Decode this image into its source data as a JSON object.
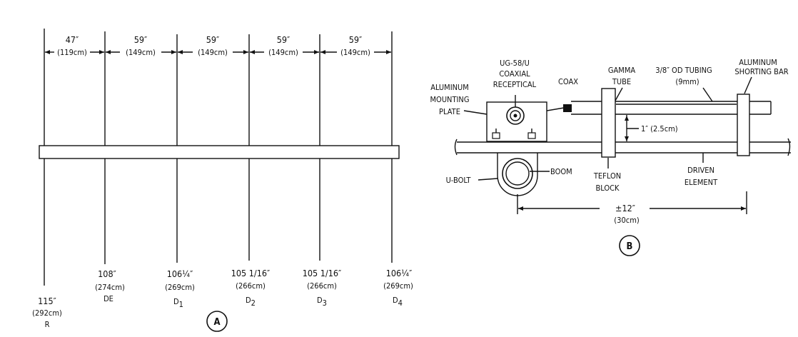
{
  "figure_a": {
    "label": "A",
    "spacings": [
      {
        "inch": "47″",
        "cm": "(119cm)"
      },
      {
        "inch": "59″",
        "cm": "(149cm)"
      },
      {
        "inch": "59″",
        "cm": "(149cm)"
      },
      {
        "inch": "59″",
        "cm": "(149cm)"
      },
      {
        "inch": "59″",
        "cm": "(149cm)"
      }
    ],
    "elements": [
      {
        "length": "115″",
        "cm": "(292cm)",
        "name": "R"
      },
      {
        "length": "108″",
        "cm": "(274cm)",
        "name": "DE"
      },
      {
        "length": "106¼″",
        "cm": "(269cm)",
        "name": "D",
        "sub": "1"
      },
      {
        "length": "105 1/16″",
        "cm": "(266cm)",
        "name": "D",
        "sub": "2"
      },
      {
        "length": "105 1/16″",
        "cm": "(266cm)",
        "name": "D",
        "sub": "3"
      },
      {
        "length": "106¼″",
        "cm": "(269cm)",
        "name": "D",
        "sub": "4"
      }
    ]
  },
  "figure_b": {
    "label": "B",
    "connector": {
      "line1": "UG-58/U",
      "line2": "COAXIAL",
      "line3": "RECEPTICAL"
    },
    "coax": "COAX",
    "gamma": {
      "line1": "GAMMA",
      "line2": "TUBE"
    },
    "tubing": {
      "line1": "3/8″ OD TUBING",
      "line2": "(9mm)"
    },
    "shorting_bar": {
      "line1": "ALUMINUM",
      "line2": "SHORTING BAR"
    },
    "mounting_plate": {
      "line1": "ALUMINUM",
      "line2": "MOUNTING",
      "line3": "PLATE"
    },
    "spacing": "1″ (2.5cm)",
    "ubolt": "U-BOLT",
    "boom": "BOOM",
    "teflon": {
      "line1": "TEFLON",
      "line2": "BLOCK"
    },
    "driven": {
      "line1": "DRIVEN",
      "line2": "ELEMENT"
    },
    "length": {
      "inch": "±12″",
      "cm": "(30cm)"
    }
  }
}
